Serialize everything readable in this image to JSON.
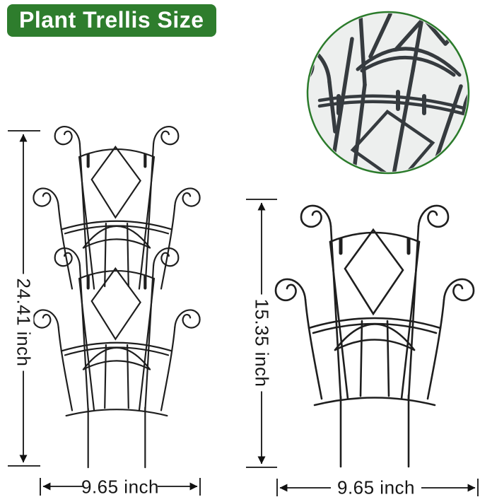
{
  "badge": {
    "label": "Plant Trellis Size"
  },
  "trellises": {
    "stacked": {
      "height_label": "24.41 inch",
      "width_label": "9.65 inch"
    },
    "single": {
      "height_label": "15.35 inch",
      "width_label": "9.65 inch"
    }
  },
  "closeup": {
    "icon": "trellis-detail-photo"
  },
  "colors": {
    "badge_green": "#2e7d2d",
    "ring_green": "#2b7b2b",
    "line_art": "#1e1e1e",
    "metal_dark": "#363b3f",
    "photo_bg": "#edefee"
  }
}
